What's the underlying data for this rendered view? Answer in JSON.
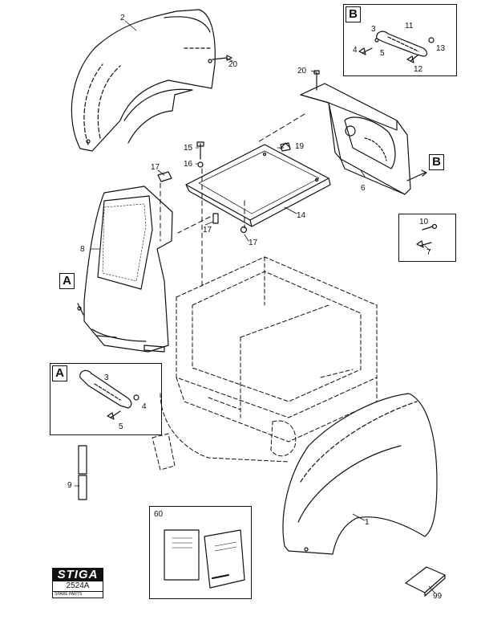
{
  "callouts": {
    "p1": "1",
    "p2": "2",
    "p3": "3",
    "p3b": "3",
    "p4": "4",
    "p4b": "4",
    "p5": "5",
    "p5b": "5",
    "p6": "6",
    "p7": "7",
    "p8": "8",
    "p9": "9",
    "p10": "10",
    "p11": "11",
    "p12": "12",
    "p13": "13",
    "p14": "14",
    "p15": "15",
    "p16": "16",
    "p17a": "17",
    "p17b": "17",
    "p17c": "17",
    "p19": "19",
    "p20a": "20",
    "p20b": "20",
    "p60": "60",
    "p99": "99"
  },
  "detail_markers": {
    "a_main": "A",
    "a_inset": "A",
    "b_main": "B",
    "b_inset": "B"
  },
  "logo": {
    "brand": "STIGA",
    "code": "2524A",
    "subtitle": "SPARE PARTS"
  },
  "colors": {
    "line": "#111111",
    "background": "#ffffff"
  }
}
